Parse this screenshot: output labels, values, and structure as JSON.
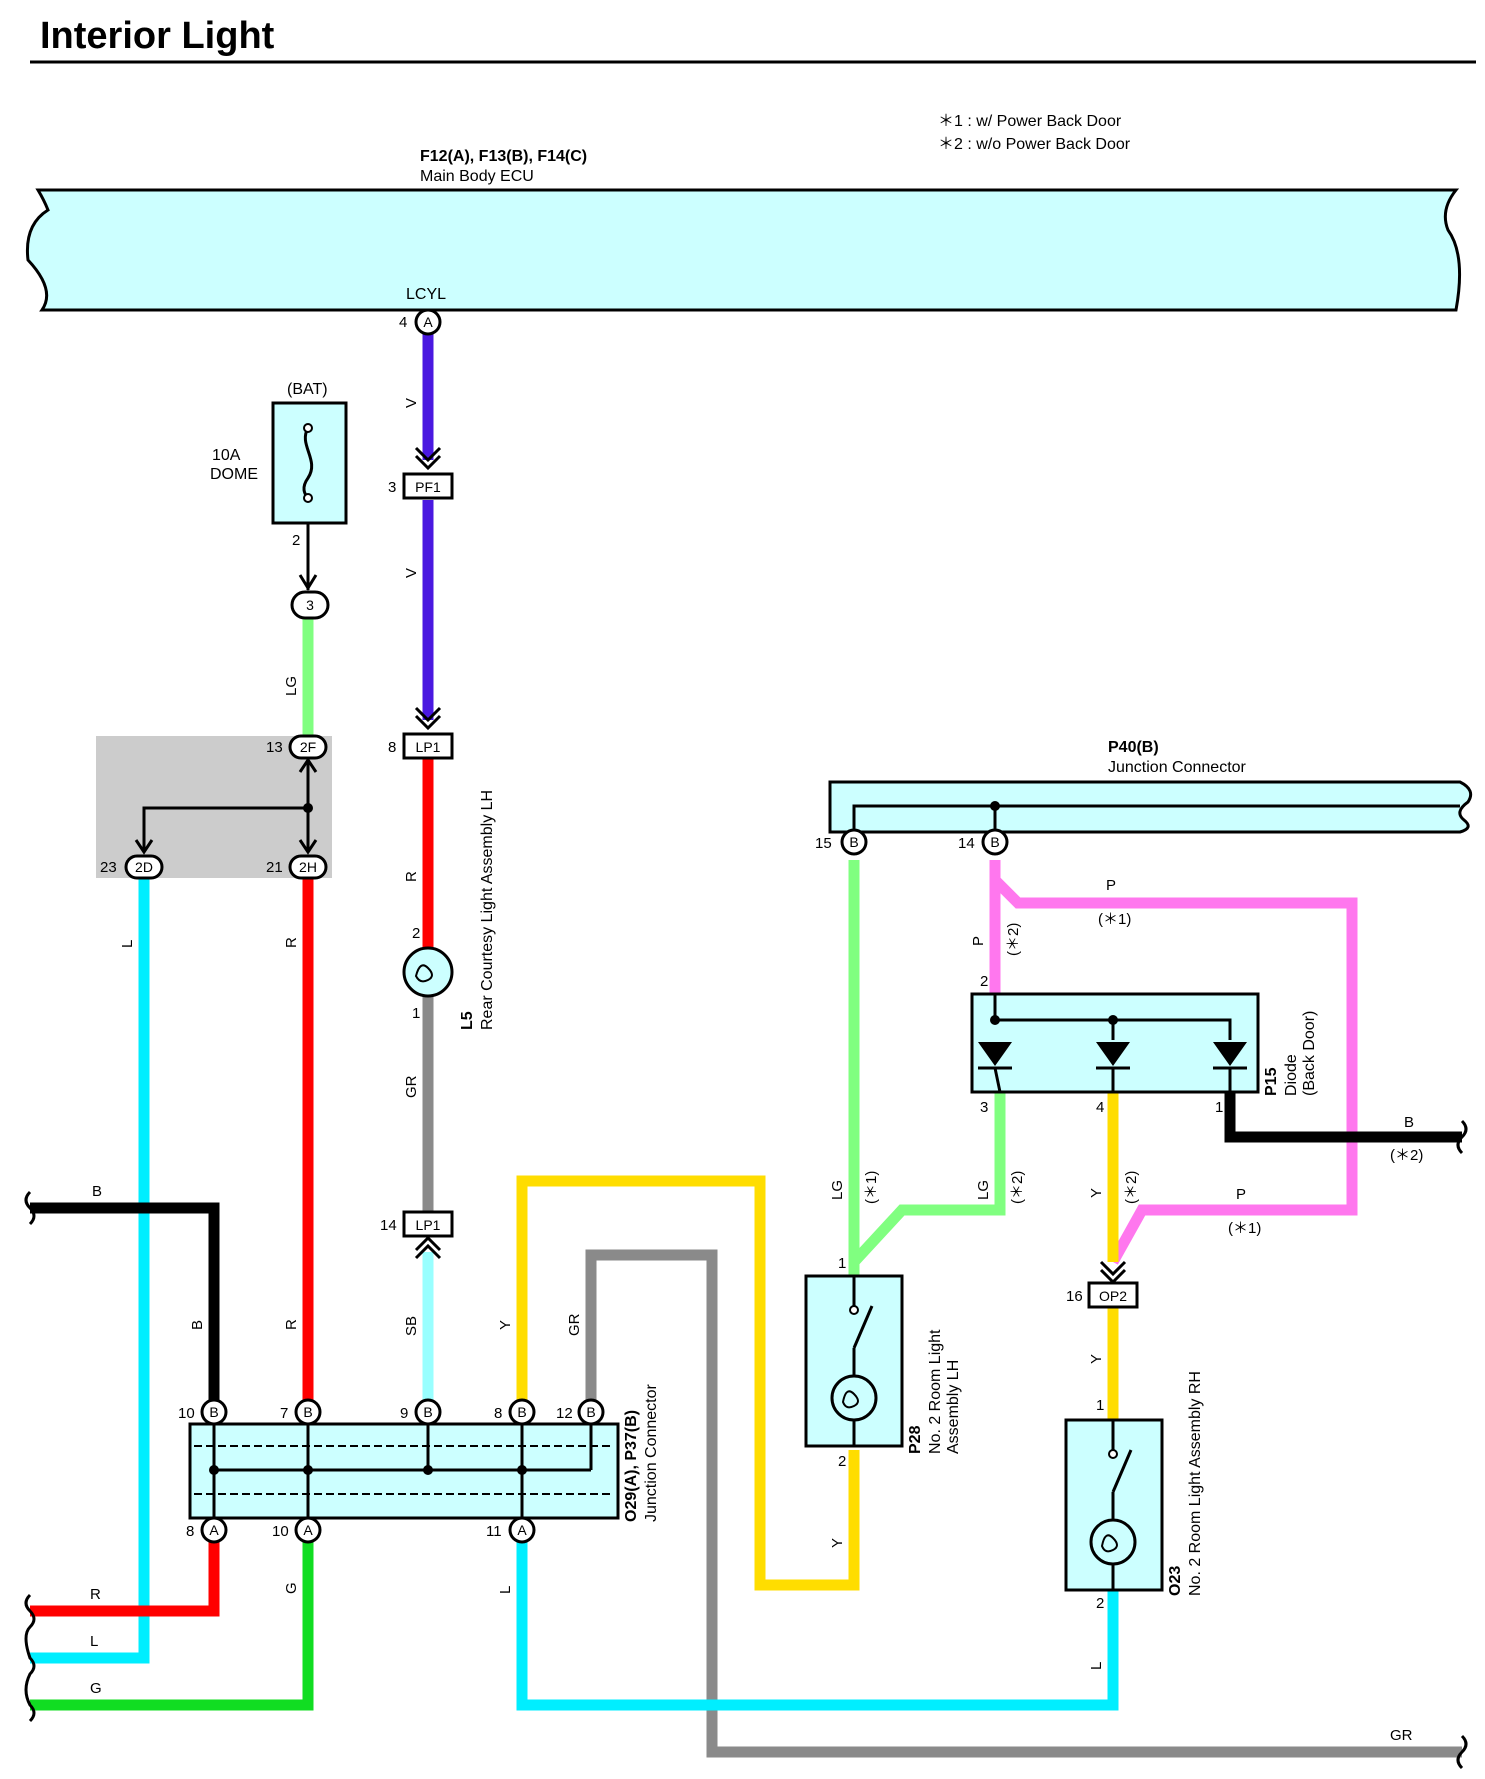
{
  "title": "Interior Light",
  "notes": [
    "＊1 : w/ Power Back Door",
    "＊2 : w/o Power Back Door"
  ],
  "colors": {
    "V": "#4a18e0",
    "R": "#ff0000",
    "GR": "#8a8a8a",
    "SB": "#99ffff",
    "LG": "#80ff80",
    "L": "#00eeff",
    "B": "#000000",
    "Y": "#ffdd00",
    "P": "#ff77ee",
    "G": "#11dd22",
    "component_fill": "#ccffff",
    "shade": "#cccccc"
  },
  "components": {
    "ecu": {
      "code": "F12(A), F13(B), F14(C)",
      "name": "Main Body ECU",
      "terminal": "LCYL"
    },
    "fuse": {
      "source": "(BAT)",
      "rating": "10A",
      "name": "DOME"
    },
    "l5": {
      "code": "L5",
      "name": "Rear Courtesy Light Assembly LH"
    },
    "p40": {
      "code": "P40(B)",
      "name": "Junction Connector"
    },
    "p15": {
      "code": "P15",
      "name_line1": "Diode",
      "name_line2": "(Back Door)"
    },
    "p28": {
      "code": "P28",
      "name_line1": "No. 2 Room Light",
      "name_line2": "Assembly LH"
    },
    "o23": {
      "code": "O23",
      "name": "No. 2 Room Light Assembly RH"
    },
    "o29": {
      "code": "O29(A), P37(B)",
      "name": "Junction Connector"
    }
  },
  "connectors": {
    "pf1": "PF1",
    "lp1_top": "LP1",
    "lp1_bottom": "LP1",
    "op2": "OP2",
    "c3": "3",
    "c2f": "2F",
    "c2d": "2D",
    "c2h": "2H",
    "a": "A",
    "b": "B"
  },
  "pins": {
    "ecu4": "4",
    "fuse2": "2",
    "pf1_3": "3",
    "lp1_8": "8",
    "c2f_13": "13",
    "c2d_23": "23",
    "c2h_21": "21",
    "l5_2": "2",
    "l5_1": "1",
    "lp1_14": "14",
    "o29_b10": "10",
    "o29_b7": "7",
    "o29_b9": "9",
    "o29_b8": "8",
    "o29_b12": "12",
    "o29_a8": "8",
    "o29_a10": "10",
    "o29_a11": "11",
    "p40_15": "15",
    "p40_14": "14",
    "p15_2": "2",
    "p15_3": "3",
    "p15_4": "4",
    "p15_1": "1",
    "p28_1": "1",
    "p28_2": "2",
    "op2_16": "16",
    "o23_1": "1",
    "o23_2": "2"
  },
  "wire_labels": {
    "v1": "V",
    "v2": "V",
    "lg1": "LG",
    "l1": "L",
    "r1": "R",
    "r2": "R",
    "gr1": "GR",
    "b_left": "B",
    "b2": "B",
    "r3": "R",
    "sb": "SB",
    "y1": "Y",
    "gr2": "GR",
    "r_bottom": "R",
    "l_bottom": "L",
    "g_bottom": "G",
    "g2": "G",
    "l2": "L",
    "y2": "Y",
    "p_top": "P",
    "p_top_note": "(＊1)",
    "p_left": "P",
    "p_left_note": "(＊2)",
    "lg_p28": "LG",
    "lg_p28_note": "(＊1)",
    "lg_p15": "LG",
    "lg_p15_note": "(＊2)",
    "y_p15": "Y",
    "y_p15_note": "(＊2)",
    "p_low": "P",
    "p_low_note": "(＊1)",
    "b_right": "B",
    "b_right_note": "(＊2)",
    "y_op2": "Y",
    "l_o23": "L",
    "gr_bottom": "GR"
  }
}
